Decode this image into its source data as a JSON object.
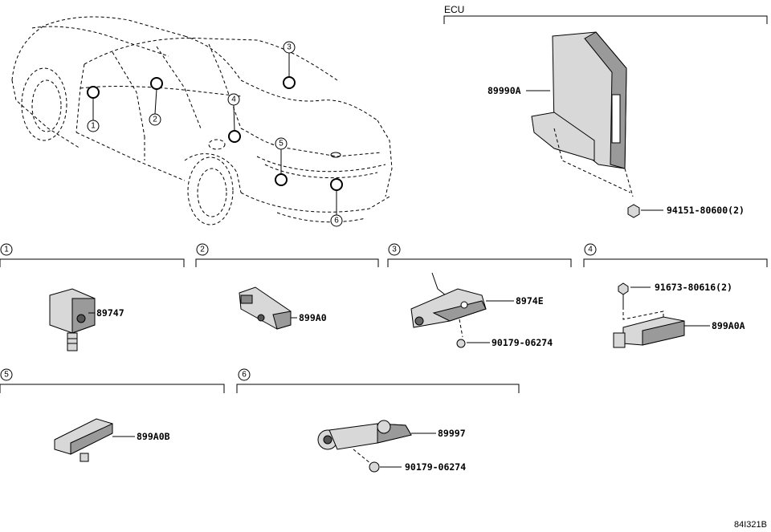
{
  "ecu": {
    "label": "ECU",
    "part_main": "89990A",
    "part_screw": "94151-80600(2)"
  },
  "overview": {
    "marker_1": "1",
    "marker_2": "2",
    "marker_3": "3",
    "marker_4": "4",
    "marker_5": "5",
    "marker_6": "6"
  },
  "section1": {
    "num": "1",
    "part": "89747"
  },
  "section2": {
    "num": "2",
    "part": "899A0"
  },
  "section3": {
    "num": "3",
    "part": "8974E",
    "screw": "90179-06274"
  },
  "section4": {
    "num": "4",
    "bolt": "91673-80616(2)",
    "part": "899A0A"
  },
  "section5": {
    "num": "5",
    "part": "899A0B"
  },
  "section6": {
    "num": "6",
    "part": "89997",
    "screw": "90179-06274"
  },
  "footer": {
    "code": "84I321B"
  }
}
